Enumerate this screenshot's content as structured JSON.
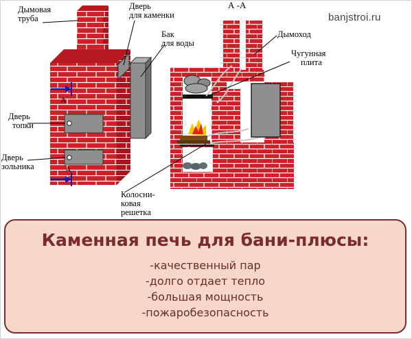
{
  "site": "banjstroi.ru",
  "section_label": "А -А",
  "labels": {
    "chimney": [
      "Дымовая",
      "труба"
    ],
    "heater_door": [
      "Дверь",
      "для каменки"
    ],
    "water_tank": [
      "Бак",
      "для воды"
    ],
    "smoke_duct": "Дымоход",
    "cast_iron_plate": [
      "Чугунная",
      "плита"
    ],
    "firebox_door": [
      "Дверь",
      "топки"
    ],
    "ash_door": [
      "Дверь",
      "зольника"
    ],
    "grate": [
      "Колосни-",
      "ковая",
      "решетка"
    ],
    "section_mark": "А"
  },
  "panel": {
    "title": "Каменная печь для бани-плюсы:",
    "benefits": [
      "-качественный пар",
      "-долго отдает тепло",
      "-большая мощность",
      "-пожаробезопасность"
    ]
  },
  "colors": {
    "brick": "#cc2129",
    "mortar": "#ffffff",
    "metal": "#8f8f8f",
    "panel_bg": "#f7d8c8",
    "panel_border": "#7a2a30",
    "title": "#7a2a30",
    "arrow": "#1a1aa8"
  }
}
